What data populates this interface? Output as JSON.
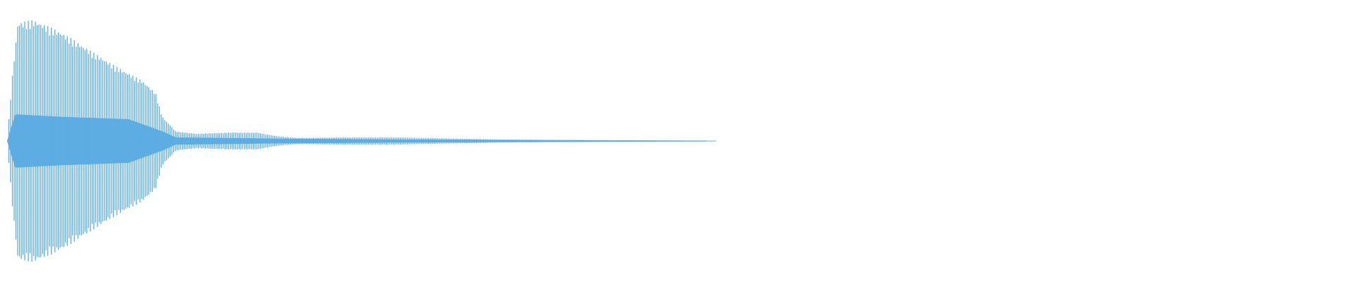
{
  "waveform": {
    "color": "#5DADE2",
    "background": "#FFFFFF",
    "envelope": [
      {
        "t": 0.0,
        "amp": 0.0
      },
      {
        "t": 0.004,
        "amp": 0.55
      },
      {
        "t": 0.008,
        "amp": 0.98
      },
      {
        "t": 0.02,
        "amp": 1.0
      },
      {
        "t": 0.04,
        "amp": 0.9
      },
      {
        "t": 0.06,
        "amp": 0.76
      },
      {
        "t": 0.08,
        "amp": 0.62
      },
      {
        "t": 0.1,
        "amp": 0.5
      },
      {
        "t": 0.11,
        "amp": 0.4
      },
      {
        "t": 0.115,
        "amp": 0.2
      },
      {
        "t": 0.125,
        "amp": 0.08
      },
      {
        "t": 0.14,
        "amp": 0.06
      },
      {
        "t": 0.165,
        "amp": 0.07
      },
      {
        "t": 0.185,
        "amp": 0.07
      },
      {
        "t": 0.2,
        "amp": 0.04
      },
      {
        "t": 0.215,
        "amp": 0.025
      },
      {
        "t": 0.25,
        "amp": 0.03
      },
      {
        "t": 0.29,
        "amp": 0.03
      },
      {
        "t": 0.33,
        "amp": 0.02
      },
      {
        "t": 0.37,
        "amp": 0.012
      },
      {
        "t": 0.42,
        "amp": 0.008
      },
      {
        "t": 0.47,
        "amp": 0.005
      },
      {
        "t": 0.525,
        "amp": 0.003
      }
    ],
    "core_envelope": [
      {
        "t": 0.0,
        "amp": 0.0
      },
      {
        "t": 0.006,
        "amp": 0.22
      },
      {
        "t": 0.04,
        "amp": 0.2
      },
      {
        "t": 0.09,
        "amp": 0.18
      },
      {
        "t": 0.115,
        "amp": 0.08
      },
      {
        "t": 0.125,
        "amp": 0.03
      },
      {
        "t": 0.2,
        "amp": 0.02
      },
      {
        "t": 0.3,
        "amp": 0.012
      },
      {
        "t": 0.525,
        "amp": 0.003
      }
    ],
    "cycles_per_unit": 380
  }
}
